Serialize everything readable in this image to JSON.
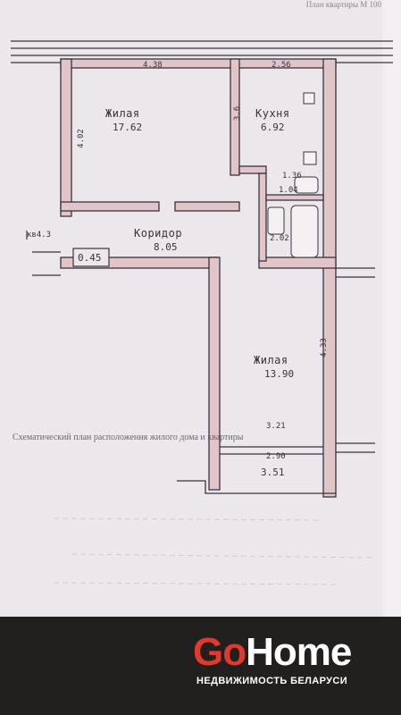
{
  "header": {
    "text": "План квартиры М 100"
  },
  "rooms": {
    "living_1": {
      "name": "Жилая",
      "area": "17.62"
    },
    "kitchen": {
      "name": "Кухня",
      "area": "6.92"
    },
    "corridor": {
      "name": "Коридор",
      "area": "8.05"
    },
    "living_2": {
      "name": "Жилая",
      "area": "13.90"
    },
    "closet": {
      "area": "0.45"
    },
    "bath": {
      "area": "2.02"
    },
    "wc": {
      "area": "1.04"
    },
    "balcony": {
      "area": "3.51"
    }
  },
  "dimensions": {
    "living_1_width": "4.38",
    "kitchen_width": "2.56",
    "living_1_depth": "4.02",
    "kitchen_depth": "3.6",
    "closet_dim": "кв4.3",
    "bath_dim": "1.36",
    "living_2_depth": "4.33",
    "living_2_width": "3.21",
    "balcony_width": "2.90"
  },
  "caption": "Схематический план расположения жилого дома и квартиры",
  "brand": {
    "word_go": "Go",
    "word_home": "Home",
    "tagline": "НЕДВИЖИМОСТЬ БЕЛАРУСИ",
    "accent": "#e03a2e"
  },
  "colors": {
    "paper": "#ece6ea",
    "wall": "#e2c4c8",
    "line": "#3a3340"
  }
}
